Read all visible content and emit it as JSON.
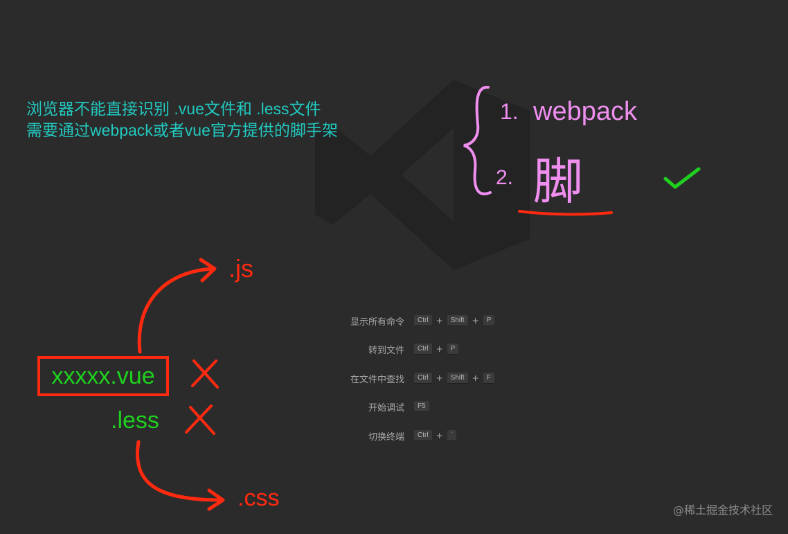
{
  "notes": {
    "line1": "浏览器不能直接识别 .vue文件和 .less文件",
    "line2": "需要通过webpack或者vue官方提供的脚手架"
  },
  "list": {
    "item1_num": "1.",
    "item1_text": "webpack",
    "item2_num": "2.",
    "item2_text": "脚"
  },
  "diagram": {
    "js_label": ".js",
    "vue_file": "xxxxx.vue",
    "less_label": ".less",
    "css_label": ".css",
    "cross1": "X",
    "cross2": "X"
  },
  "shortcuts": [
    {
      "label": "显示所有命令",
      "keys": [
        "Ctrl",
        "Shift",
        "P"
      ]
    },
    {
      "label": "转到文件",
      "keys": [
        "Ctrl",
        "P"
      ]
    },
    {
      "label": "在文件中查找",
      "keys": [
        "Ctrl",
        "Shift",
        "F"
      ]
    },
    {
      "label": "开始调试",
      "keys": [
        "F5"
      ]
    },
    {
      "label": "切换终端",
      "keys": [
        "Ctrl",
        "`"
      ]
    }
  ],
  "watermark": "@稀土掘金技术社区",
  "colors": {
    "background": "#2b2b2b",
    "cyan_text": "#22c9c0",
    "pink_ink": "#f08ff0",
    "red_ink": "#ff2a10",
    "green_ink": "#1fd01f"
  },
  "icons": {
    "logo": "vscode-logo-icon",
    "check": "checkmark-icon",
    "brace": "curly-brace-icon"
  }
}
